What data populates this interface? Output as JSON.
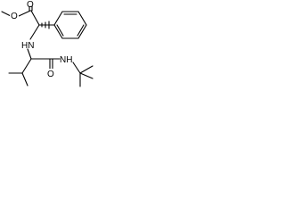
{
  "molecule": {
    "atom_labels": {
      "ester_o1": "O",
      "ester_o2": "O",
      "amine_nh": "HN",
      "amide_o": "O",
      "amide_nh": "NH"
    },
    "colors": {
      "bond": "#000000",
      "background": "#ffffff"
    }
  }
}
